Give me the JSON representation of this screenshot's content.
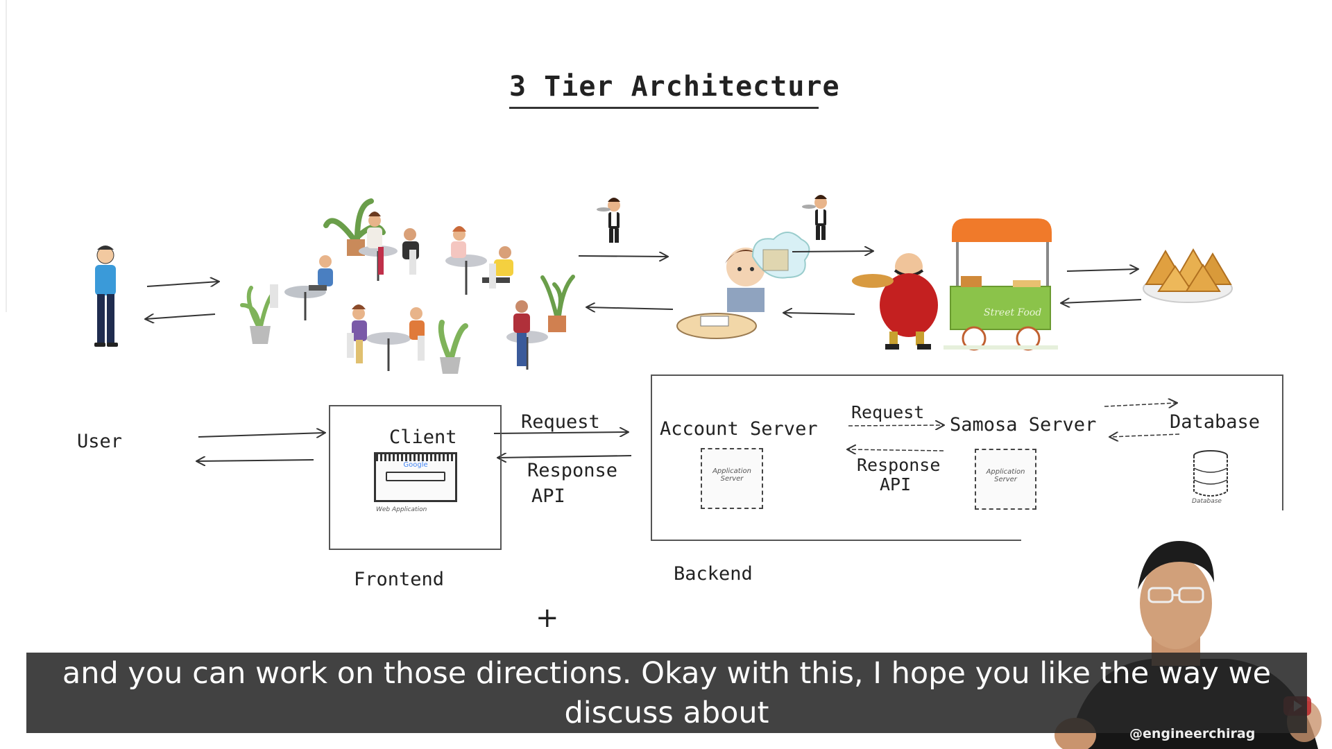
{
  "diagram": {
    "title": "3 Tier Architecture",
    "user_label": "User",
    "client_label": "Client",
    "client_caption": "Web Application",
    "client_brand": "Google",
    "request_label": "Request",
    "response_label": "Response",
    "api_label": "API",
    "frontend_label": "Frontend",
    "backend_label": "Backend",
    "account_server_label": "Account Server",
    "account_server_box": "Application Server",
    "backend_request_label": "Request",
    "backend_response_label": "Response",
    "backend_api_label": "API",
    "samosa_server_label": "Samosa Server",
    "samosa_server_box": "Application Server",
    "database_label": "Database",
    "database_caption": "Database",
    "cart_sign": "Street Food"
  },
  "video": {
    "caption_line1": "and you can work on those directions. Okay with this, I hope you like the way we",
    "caption_line2": "discuss about",
    "channel_handle": "@engineerchirag",
    "plus_sign": "+"
  }
}
